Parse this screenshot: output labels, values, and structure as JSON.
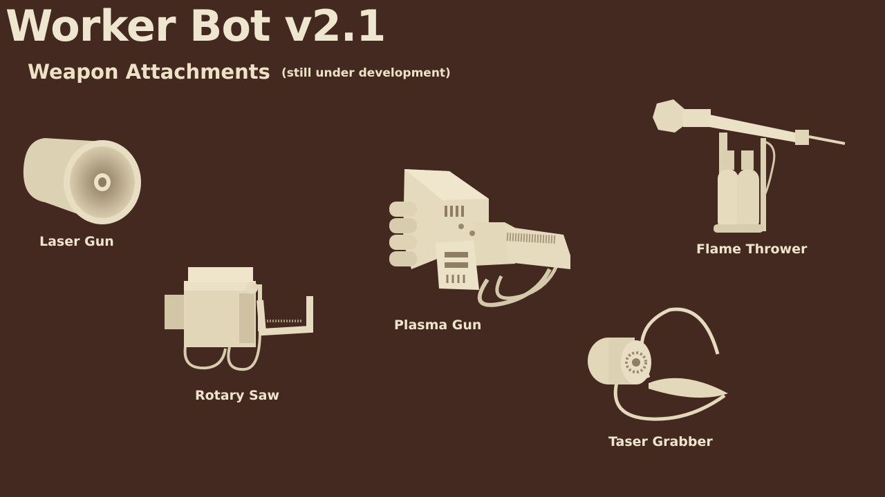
{
  "header": {
    "title": "Worker Bot v2.1",
    "subtitle": "Weapon Attachments",
    "note": "(still under development)"
  },
  "weapons": [
    {
      "label": "Laser Gun",
      "icon": "laser-gun-icon"
    },
    {
      "label": "Rotary Saw",
      "icon": "rotary-saw-icon"
    },
    {
      "label": "Plasma Gun",
      "icon": "plasma-gun-icon"
    },
    {
      "label": "Flame Thrower",
      "icon": "flame-thrower-icon"
    },
    {
      "label": "Taser Grabber",
      "icon": "taser-grabber-icon"
    }
  ],
  "colors": {
    "background": "#43291f",
    "text": "#efe5cc",
    "model": "#e6dbbd",
    "model_shadow": "#a8977a"
  }
}
